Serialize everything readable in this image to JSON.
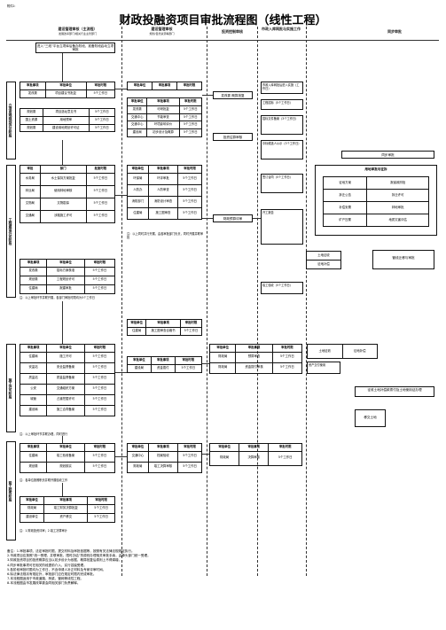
{
  "header": {
    "attachment": "附件2:",
    "title": "财政投融资项目审批流程图（线性工程）"
  },
  "columns": {
    "c1": {
      "title": "建设管理审核（主流程）",
      "sub": "发展改革部门/相关行业主管部门"
    },
    "c2": {
      "title": "建设管理审核",
      "sub": "规划/自然资源等部门"
    },
    "c3": {
      "title": "投资控制审核"
    },
    "c4": {
      "title": "市政入库网批与实施工作"
    },
    "c5": {
      "title": "同步审批"
    }
  },
  "top_note": "进入“三线”平台立项库后备办阶段，准备阶段启动立项审批",
  "stages": [
    {
      "id": "s1",
      "label": "立项用地规划许可阶段"
    },
    {
      "id": "s2",
      "label": "工程建设许可阶段"
    },
    {
      "id": "s3",
      "label": "施工许可阶段"
    },
    {
      "id": "s4",
      "label": "竣工验收阶段"
    }
  ],
  "table_head": [
    "审批事项",
    "审批单位",
    "审批时限"
  ],
  "s1_tables": {
    "left": [
      [
        "发改委",
        "项目建议书批复",
        "5个工作日"
      ],
      [
        "规划委",
        "项目选址意见书",
        "5个工作日"
      ],
      [
        "国土资源",
        "用地预审",
        "5个工作日"
      ],
      [
        "规划委",
        "建设用地规划许可证",
        "5个工作日"
      ]
    ],
    "mid": [
      [
        "审批单位",
        "审批事项",
        "审批时限"
      ],
      [
        "发改委",
        "可研批复",
        "5个工作日"
      ],
      [
        "交通中心",
        "节能审查",
        "5个工作日"
      ],
      [
        "交通中心",
        "环境影响评价",
        "5个工作日"
      ],
      [
        "建设局",
        "初步设计及概算",
        "5个工作日"
      ]
    ],
    "side": [
      "发改委",
      "概算批复"
    ]
  },
  "s2_tables": {
    "left_head": [
      "审批",
      "部门",
      "批复时限"
    ],
    "left": [
      [
        "水务局",
        "水土保持方案批复",
        "5个工作日"
      ],
      [
        "林业局",
        "使用林地审核",
        "5个工作日"
      ],
      [
        "文物局",
        "文物勘探",
        "5个工作日"
      ],
      [
        "交通局",
        "涉路施工许可",
        "5个工作日"
      ]
    ],
    "mid": [
      [
        "环保局",
        "环评审批",
        "5个工作日"
      ],
      [
        "人防办",
        "人防审查",
        "5个工作日"
      ],
      [
        "消防部门",
        "消防设计审查",
        "5个工作日"
      ],
      [
        "住建局",
        "施工图审查",
        "5个工作日"
      ]
    ],
    "mid_note": "注：以上同时并行开展，由各审批部门负责，同时开展并联审批",
    "bottom": [
      [
        "发改委",
        "招标方案核准",
        "5个工作日"
      ],
      [
        "规划委",
        "工程规划许可",
        "5个工作日"
      ],
      [
        "住建局",
        "报建审批",
        "5个工作日"
      ]
    ],
    "bottom_note": "注：以上审批环节并联开展，各部门审批时限均为5个工作日"
  },
  "s3_tables": {
    "mid_top": [
      [
        "审批单位",
        "审批事项",
        "审批时限"
      ],
      [
        "住建局",
        "施工图审查合格书",
        "5个工作日"
      ]
    ],
    "left": [
      [
        "住建局",
        "施工许可",
        "5个工作日"
      ],
      [
        "安监站",
        "安全监督备案",
        "5个工作日"
      ],
      [
        "质监站",
        "质量监督备案",
        "5个工作日"
      ],
      [
        "公安",
        "交通组织方案",
        "5个工作日"
      ],
      [
        "城管",
        "占道挖掘许可",
        "5个工作日"
      ],
      [
        "建设局",
        "施工合同备案",
        "5个工作日"
      ]
    ],
    "mid": [
      [
        "建设局",
        "资金拨付",
        "5个工作日"
      ]
    ],
    "left_note": "注：以上审批环节并联办理，同时进行"
  },
  "s4_tables": {
    "left": [
      [
        "住建局",
        "竣工验收备案",
        "5个工作日"
      ],
      [
        "规划委",
        "规划核实",
        "5个工作日"
      ]
    ],
    "mid": [
      [
        "交通中心",
        "档案验收",
        "5个工作日"
      ],
      [
        "财政局",
        "竣工决算审核",
        "5个工作日"
      ]
    ],
    "left_note": "注：各单位按照职责并联开展验收工作",
    "last_left": [
      [
        "审批单位",
        "审批事项",
        "审批时限"
      ],
      [
        "财政局",
        "竣工财务决算批复",
        "5个工作日"
      ],
      [
        "建设单位",
        "资产移交",
        "5个工作日"
      ]
    ],
    "last_note": "注：1.财政投资评审；2.竣工决算审计"
  },
  "invest_col": {
    "s1": "投资估算审核",
    "s2": "财政预算评审",
    "s3": [
      "财政局",
      "预算审查",
      "5个工作日"
    ],
    "s3b": [
      "财政局",
      "资金拨付审核",
      "5个工作日"
    ],
    "s4": [
      "财政局",
      "决算审核",
      "5个工作日"
    ]
  },
  "right_col": {
    "r1": "市政入库网批后进入实施（工作日）",
    "r2": "工程招标（5个工作日）",
    "r3": "招标文件备案（3个工作日）",
    "r4": "中标候选人公示（3个工作日）",
    "r5": "签订合同（5个工作日）",
    "r6": "开工报告",
    "r7": "竣工验收（5个工作日）",
    "r8": "资产交付使用"
  },
  "sync_col": {
    "head": "同步审批",
    "title": "用地审批与征拆",
    "rows": [
      [
        "征地方案",
        "报省政府批"
      ],
      [
        "拆迁公告",
        "拆迁许可"
      ],
      [
        "补偿安置",
        "林地审批"
      ],
      [
        "矿产压覆",
        "地质灾害评估"
      ]
    ],
    "box2": [
      "土地征收",
      "征地补偿"
    ],
    "box3": "管线迁移与审批",
    "box4": "征收土地补偿款拨付及土地使用证办理",
    "box5": "移交土地"
  },
  "footnotes": [
    "备注：1.审批事项、法定审批时限、提交材料及审批依据等，按照有关法律法规规定执行。",
    "2.市政项目应按照“统一受理、并联审批、限时办结”的原则办理相关审批手续，由牵头部门统一受理。",
    "3.财政投资项目的投资概算应当以初步设计为依据，概算批复后原则上不得调增。",
    "4.同步审批事项可在相关阶段提前介入，实行容缺受理。",
    "5.各阶段审批时限均为工作日，不含申请人补正材料及专家评审时间。",
    "6.除法律法规另有规定外，审批部门应在规定时限内完成审批。",
    "7.本流程图适用于市政道路、桥梁、管网等线性工程。",
    "8.本流程图由市发展改革委会同相关部门负责解释。"
  ]
}
